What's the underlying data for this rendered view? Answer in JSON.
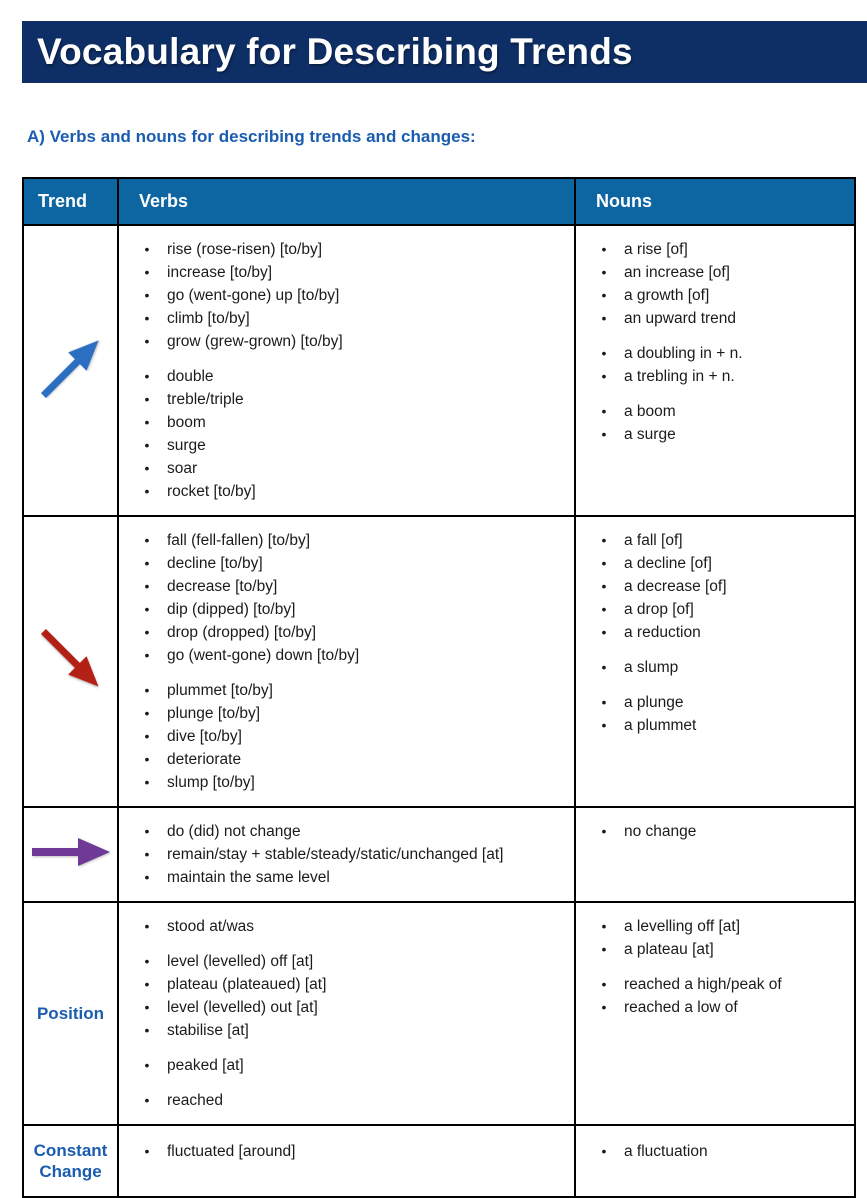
{
  "banner": {
    "title": "Vocabulary for Describing Trends"
  },
  "section": {
    "heading": "A) Verbs and nouns for describing trends and changes:"
  },
  "colors": {
    "banner_bg": "#0E2F66",
    "header_bg": "#0D66A1",
    "heading_text": "#1A5CB0",
    "trend_label_text": "#1A5CB0",
    "body_text": "#1b1b1b",
    "up_arrow": "#2B6FC3",
    "down_arrow": "#B32015",
    "flat_arrow": "#6F3A96"
  },
  "table": {
    "headers": [
      "Trend",
      "Verbs",
      "Nouns"
    ],
    "rows": [
      {
        "trend": {
          "kind": "icon",
          "icon": "up-right-arrow-icon",
          "color_key": "up_arrow"
        },
        "verbs": [
          [
            "rise (rose-risen) [to/by]",
            "increase [to/by]",
            "go (went-gone) up [to/by]",
            "climb [to/by]",
            "grow (grew-grown) [to/by]"
          ],
          [
            "double",
            "treble/triple",
            "boom",
            "surge",
            "soar",
            "rocket [to/by]"
          ]
        ],
        "nouns": [
          [
            "a rise [of]",
            "an increase [of]",
            "a growth [of]",
            "an upward trend"
          ],
          [
            "a doubling in + n.",
            "a trebling in + n."
          ],
          [
            "a boom",
            "a surge"
          ]
        ]
      },
      {
        "trend": {
          "kind": "icon",
          "icon": "down-right-arrow-icon",
          "color_key": "down_arrow"
        },
        "verbs": [
          [
            "fall (fell-fallen) [to/by]",
            "decline [to/by]",
            "decrease [to/by]",
            "dip (dipped) [to/by]",
            "drop (dropped) [to/by]",
            "go (went-gone) down [to/by]"
          ],
          [
            "plummet [to/by]",
            "plunge [to/by]",
            "dive [to/by]",
            "deteriorate",
            "slump [to/by]"
          ]
        ],
        "nouns": [
          [
            "a fall [of]",
            "a decline [of]",
            "a decrease [of]",
            "a drop [of]",
            "a reduction"
          ],
          [
            "a slump"
          ],
          [
            "a plunge",
            "a plummet"
          ]
        ]
      },
      {
        "trend": {
          "kind": "icon",
          "icon": "right-arrow-icon",
          "color_key": "flat_arrow"
        },
        "verbs": [
          [
            "do (did) not change",
            "remain/stay + stable/steady/static/unchanged [at]",
            "maintain the same level"
          ]
        ],
        "nouns": [
          [
            "no change"
          ]
        ]
      },
      {
        "trend": {
          "kind": "label",
          "label": "Position"
        },
        "verbs": [
          [
            "stood at/was"
          ],
          [
            "level (levelled) off [at]",
            "plateau (plateaued) [at]",
            "level (levelled) out [at]",
            "stabilise [at]"
          ],
          [
            "peaked [at]"
          ],
          [
            "reached"
          ]
        ],
        "nouns": [
          [
            "a levelling off [at]",
            "a plateau [at]"
          ],
          [
            "reached a high/peak of",
            "reached a low of"
          ]
        ]
      },
      {
        "trend": {
          "kind": "label",
          "label": "Constant Change"
        },
        "verbs": [
          [
            "fluctuated [around]"
          ]
        ],
        "nouns": [
          [
            "a fluctuation"
          ]
        ]
      }
    ]
  }
}
